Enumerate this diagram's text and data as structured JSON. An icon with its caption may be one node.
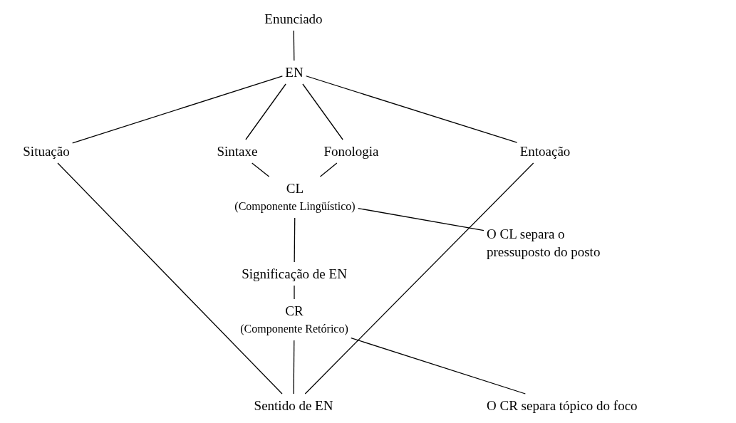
{
  "diagram": {
    "nodes": [
      {
        "text": [
          "Enunciado"
        ]
      },
      {
        "text": [
          "EN"
        ]
      },
      {
        "text": [
          "Situação"
        ]
      },
      {
        "text": [
          "Sintaxe"
        ]
      },
      {
        "text": [
          "Fonologia"
        ]
      },
      {
        "text": [
          "Entoação"
        ]
      },
      {
        "text": [
          "CL",
          "(Componente Lingüístico)"
        ]
      },
      {
        "text": [
          "O CL separa o pressuposto do posto"
        ]
      },
      {
        "text": [
          "Significação de EN"
        ]
      },
      {
        "text": [
          "CR",
          "(Componente Retórico)"
        ]
      },
      {
        "text": [
          "O CR separa tópico do foco"
        ]
      },
      {
        "text": [
          "Sentido de EN"
        ]
      }
    ],
    "edges": [
      {
        "from": 0,
        "to": 1,
        "arrow": "none"
      },
      {
        "from": 1,
        "to": 2,
        "arrow": "none"
      },
      {
        "from": 1,
        "to": 3,
        "arrow": "none"
      },
      {
        "from": 1,
        "to": 4,
        "arrow": "none"
      },
      {
        "from": 1,
        "to": 5,
        "arrow": "none"
      },
      {
        "from": 3,
        "to": 6,
        "arrow": "none"
      },
      {
        "from": 4,
        "to": 6,
        "arrow": "none"
      },
      {
        "from": 6,
        "to": 7,
        "arrow": "none"
      },
      {
        "from": 6,
        "to": 8,
        "arrow": "none"
      },
      {
        "from": 8,
        "to": 9,
        "arrow": "none"
      },
      {
        "from": 9,
        "to": 10,
        "arrow": "none"
      },
      {
        "from": 9,
        "to": 11,
        "arrow": "none"
      },
      {
        "from": 2,
        "to": 11,
        "arrow": "none"
      },
      {
        "from": 5,
        "to": 11,
        "arrow": "none"
      }
    ]
  }
}
